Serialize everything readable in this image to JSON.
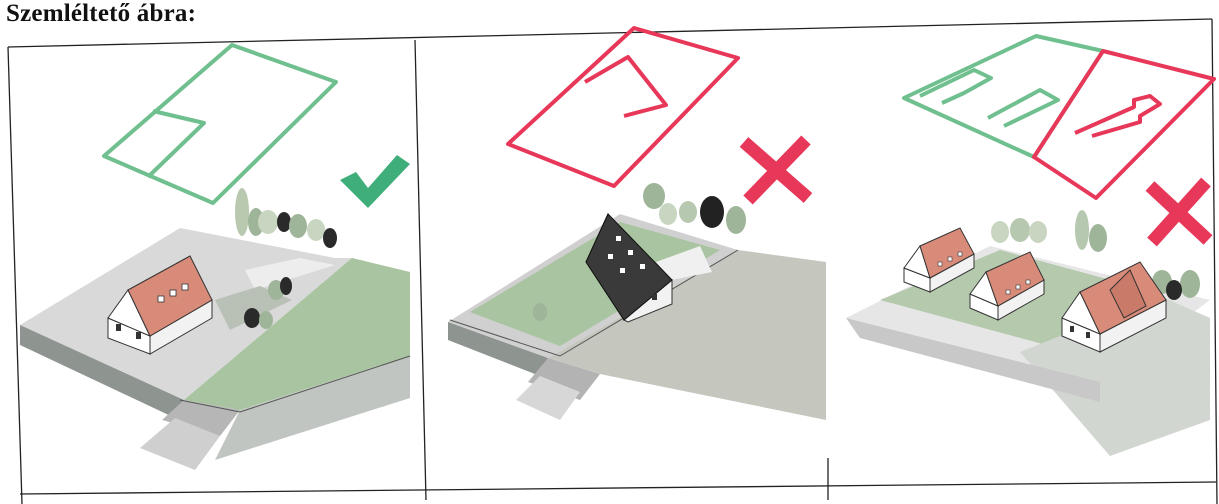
{
  "page": {
    "title": "Szemléltető ábra:"
  },
  "colors": {
    "good_outline": "#6fbf8f",
    "bad_outline": "#e8385a",
    "check": "#3fae7a",
    "cross": "#e8385a",
    "lawn": "#a9c4a0",
    "roof_red": "#d98b7a",
    "roof_dark": "#3a3a3a",
    "paving": "#cfcfcf",
    "road": "#8e9490"
  },
  "panels": [
    {
      "name": "panel-allowed",
      "verdict": "check-icon"
    },
    {
      "name": "panel-rotated-house",
      "verdict": "cross-icon"
    },
    {
      "name": "panel-multiple-houses",
      "verdict": "cross-icon"
    }
  ]
}
